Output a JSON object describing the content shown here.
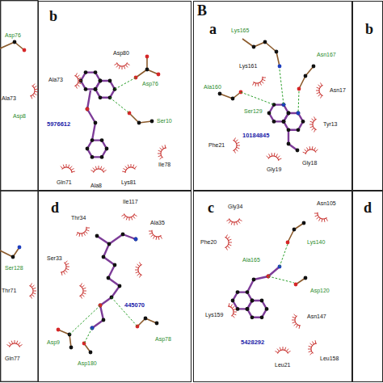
{
  "diagram": {
    "nodes": [
      {
        "text": [
          "b"
        ]
      },
      {
        "text": [
          "d"
        ]
      },
      {
        "text": [
          "a"
        ]
      },
      {
        "text": [
          "b"
        ]
      },
      {
        "text": [
          "c"
        ]
      },
      {
        "text": [
          "d"
        ]
      }
    ],
    "labels": [
      "B",
      "Asp76",
      "Ala73",
      "Asp8",
      "Ser128",
      "Thr71",
      "Gln77",
      "Asp80",
      "Ala73",
      "Asp76",
      "Ser10",
      "5976612",
      "Gln71",
      "Ala8",
      "Lys81",
      "Ile78",
      "Ile117",
      "Thr34",
      "Ala35",
      "Ser33",
      "445070",
      "Asp9",
      "Asp180",
      "Asp78",
      "Lys165",
      "Lys161",
      "Asn167",
      "Ala160",
      "Ser129",
      "10184845",
      "Tyr13",
      "Asn17",
      "Phe21",
      "Gly19",
      "Gly18",
      "Gly34",
      "Asn105",
      "Phe20",
      "Lys140",
      "Ala165",
      "Asp120",
      "Lys159",
      "5428292",
      "Asn147",
      "Leu158",
      "Leu21"
    ]
  }
}
